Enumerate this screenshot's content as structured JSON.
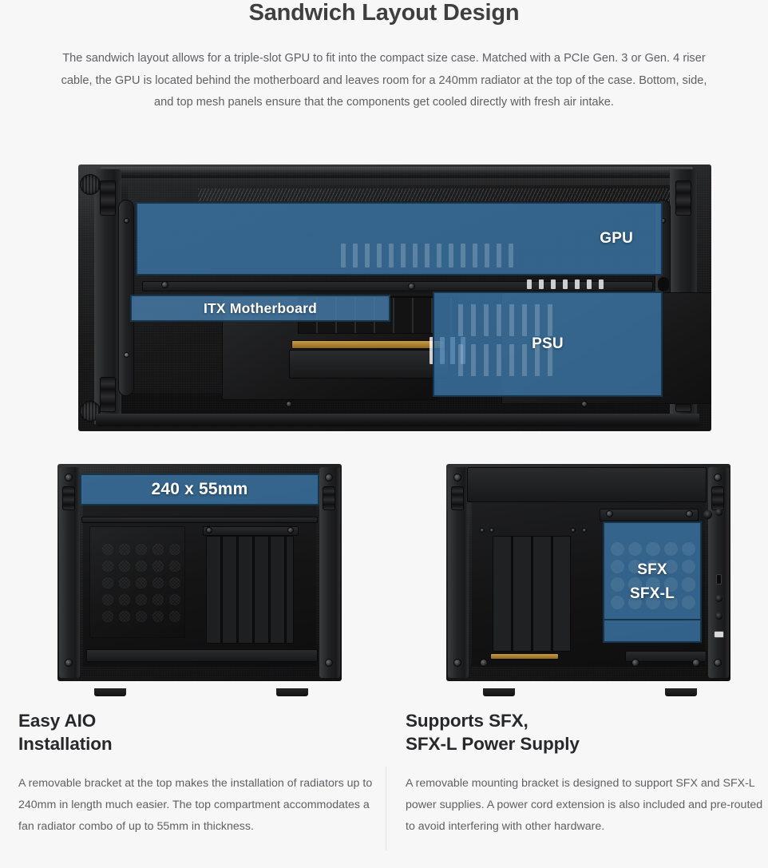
{
  "header": {
    "title": "Sandwich Layout Design",
    "intro": "The sandwich layout allows for a triple-slot GPU to fit into the compact size case. Matched with a PCIe Gen. 3 or Gen. 4 riser cable, the GPU is located behind the motherboard and leaves room for a 240mm radiator at the top of the case. Bottom, side, and top mesh panels ensure that the components get cooled directly with fresh air intake."
  },
  "hero_image": {
    "alt_name": "sandwich-layout-case-interior",
    "labels": {
      "gpu": "GPU",
      "motherboard": "ITX Motherboard",
      "psu": "PSU"
    }
  },
  "mini_left": {
    "alt_name": "aio-radiator-compartment-case",
    "label": "240 x 55mm"
  },
  "mini_right": {
    "alt_name": "sfx-power-supply-bracket-case",
    "label_line1": "SFX",
    "label_line2": "SFX-L"
  },
  "features": [
    {
      "heading": "Easy AIO\nInstallation",
      "body": "A removable bracket at the top makes the installation of radiators up to 240mm in length much easier. The top compartment accommodates a fan radiator combo of up to 55mm in thickness."
    },
    {
      "heading": "Supports SFX,\nSFX-L Power Supply",
      "body": "A removable mounting bracket is designed to support SFX and SFX-L power supplies. A power cord extension is also included and pre-routed to avoid interfering with other hardware."
    }
  ],
  "colors": {
    "page_background": "#f7f7f7",
    "overlay_blue": "#3b75a5",
    "overlay_border": "#17344d",
    "heading_dark": "#27282b",
    "body_text": "#5e6066",
    "title_text": "#3f3f3f"
  }
}
